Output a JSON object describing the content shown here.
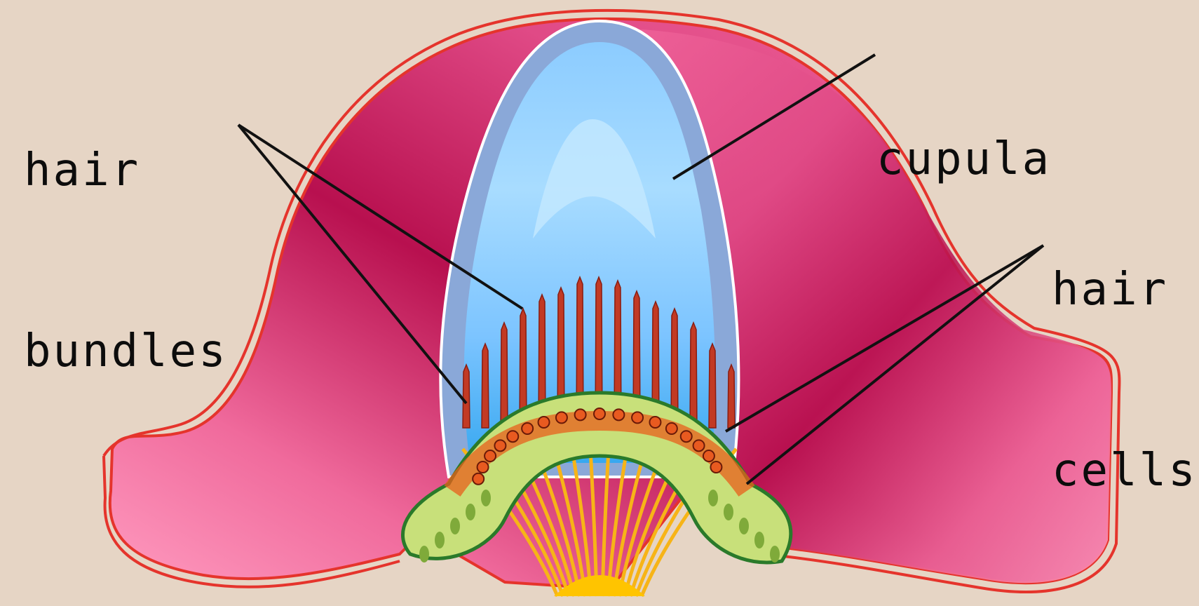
{
  "labels": {
    "hair_bundles": [
      "hair",
      "bundles"
    ],
    "cupula": "cupula",
    "hair_cells": [
      "hair",
      "cells"
    ]
  },
  "colors": {
    "background": "#e6d5c5",
    "ampulla_wall": "#b8104f",
    "ampulla_light": "#f2709f",
    "outline": "#e5342c",
    "cupula": "#86c8ff",
    "cupula_edge": "#8aa8d8",
    "hair_bundle": "#c23a24",
    "epithelium": "#c8e07a",
    "epithelium_edge": "#2a7a2a",
    "nucleus": "#e85a20",
    "nerve": "#f7b417",
    "leader_line": "#111111"
  }
}
